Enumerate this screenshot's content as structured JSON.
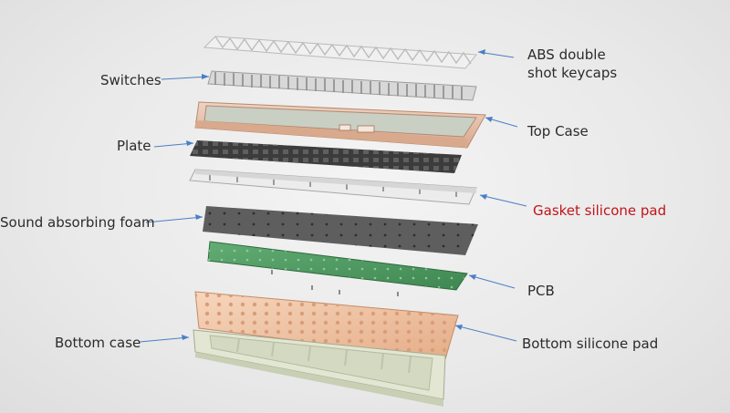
{
  "labels": {
    "keycaps_line1": "ABS double",
    "keycaps_line2": "shot keycaps",
    "switches": "Switches",
    "top_case": "Top Case",
    "plate": "Plate",
    "gasket": "Gasket silicone pad",
    "foam": "Sound absorbing foam",
    "pcb": "PCB",
    "bottom_case": "Bottom case",
    "bottom_pad": "Bottom silicone pad"
  },
  "colors": {
    "arrow": "#4a7fc4",
    "highlight_label": "#c0141a",
    "top_case": "#e3b9a2",
    "plate": "#3c3c3c",
    "gasket": "#e8e8e8",
    "foam": "#5e5e5e",
    "pcb": "#4f9a63",
    "bottom_pad": "#eebf9f",
    "bottom_case": "#e2e6d2"
  }
}
